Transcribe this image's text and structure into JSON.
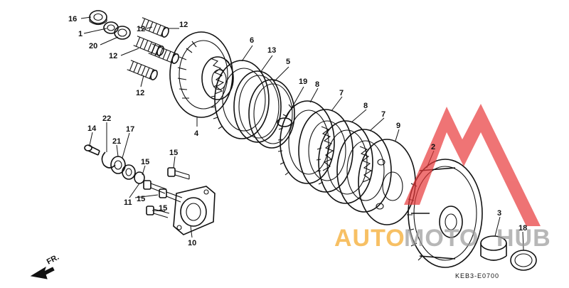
{
  "diagram": {
    "code": "KEB3-E0700",
    "direction_label": "FR.",
    "callouts": [
      {
        "id": "c16",
        "label": "16"
      },
      {
        "id": "c1",
        "label": "1"
      },
      {
        "id": "c20",
        "label": "20"
      },
      {
        "id": "c12a",
        "label": "12"
      },
      {
        "id": "c12b",
        "label": "12"
      },
      {
        "id": "c12c",
        "label": "12"
      },
      {
        "id": "c12d",
        "label": "12"
      },
      {
        "id": "c6",
        "label": "6"
      },
      {
        "id": "c13",
        "label": "13"
      },
      {
        "id": "c5",
        "label": "5"
      },
      {
        "id": "c19",
        "label": "19"
      },
      {
        "id": "c8a",
        "label": "8"
      },
      {
        "id": "c7a",
        "label": "7"
      },
      {
        "id": "c8b",
        "label": "8"
      },
      {
        "id": "c7b",
        "label": "7"
      },
      {
        "id": "c9",
        "label": "9"
      },
      {
        "id": "c2",
        "label": "2"
      },
      {
        "id": "c4",
        "label": "4"
      },
      {
        "id": "c14",
        "label": "14"
      },
      {
        "id": "c22",
        "label": "22"
      },
      {
        "id": "c17",
        "label": "17"
      },
      {
        "id": "c21",
        "label": "21"
      },
      {
        "id": "c15a",
        "label": "15"
      },
      {
        "id": "c15b",
        "label": "15"
      },
      {
        "id": "c15c",
        "label": "15"
      },
      {
        "id": "c15d",
        "label": "15"
      },
      {
        "id": "c11",
        "label": "11"
      },
      {
        "id": "c10",
        "label": "10"
      },
      {
        "id": "c3",
        "label": "3"
      },
      {
        "id": "c18",
        "label": "18"
      }
    ]
  },
  "watermark": {
    "part1": "AUTO",
    "part2": "MOTO",
    "part3": "HUB",
    "color_orange": "#f5a623",
    "color_red": "#e8393a",
    "color_gray": "#9a9a9a"
  }
}
